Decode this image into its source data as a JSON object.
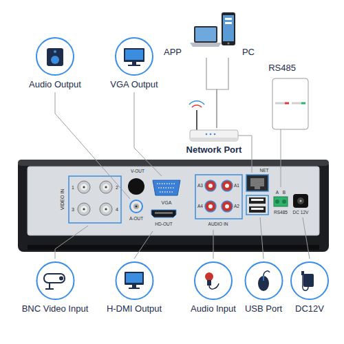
{
  "diagram": {
    "nodes": [
      {
        "text": [
          "APP"
        ]
      },
      {
        "text": [
          "PC"
        ]
      },
      {
        "text": [
          "Audio Output"
        ]
      },
      {
        "text": [
          "VGA Output"
        ]
      },
      {
        "text": [
          "Network Port"
        ]
      },
      {
        "text": [
          "BNC Video Input"
        ]
      },
      {
        "text": [
          "H-DMI Output"
        ]
      },
      {
        "text": [
          "Audio Input"
        ]
      },
      {
        "text": [
          "USB Port"
        ]
      },
      {
        "text": [
          "DC12V"
        ]
      }
    ],
    "edges": [
      {
        "from": 4,
        "to": 0,
        "arrow": "none"
      },
      {
        "from": 4,
        "to": 1,
        "arrow": "none"
      }
    ],
    "labels": [
      "RS485",
      "VIDEO IN",
      "1",
      "2",
      "3",
      "4",
      "V-OUT",
      "A-OUT",
      "VGA",
      "HD-OUT",
      "A3",
      "A1",
      "A4",
      "A2",
      "AUDIO IN",
      "NET",
      "A",
      "B",
      "RS485",
      "DC 12V"
    ]
  }
}
